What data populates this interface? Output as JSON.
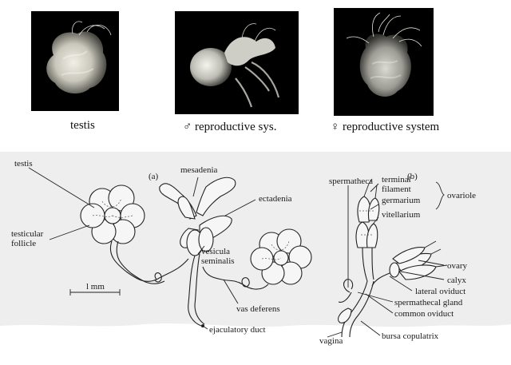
{
  "photos": [
    {
      "caption": "testis"
    },
    {
      "caption": "♂ reproductive sys."
    },
    {
      "caption": "♀ reproductive system"
    }
  ],
  "diagram": {
    "panel_a": "(a)",
    "panel_b": "(b)",
    "scale_label": "l mm",
    "labels": {
      "testis": "testis",
      "testicular_follicle_1": "testicular",
      "testicular_follicle_2": "follicle",
      "mesadenia": "mesadenia",
      "ectadenia": "ectadenia",
      "vesicula_1": "vesicula",
      "vesicula_2": "seminalis",
      "vas_deferens": "vas deferens",
      "ejaculatory_duct": "ejaculatory duct",
      "spermatheca": "spermatheca",
      "terminal": "terminal",
      "filament": "filament",
      "germarium": "germarium",
      "vitellarium": "vitellarium",
      "ovariole": "ovariole",
      "ovary": "ovary",
      "calyx": "calyx",
      "lateral_oviduct": "lateral oviduct",
      "spermathecal_gland": "spermathecal gland",
      "common_oviduct": "common oviduct",
      "vagina": "vagina",
      "bursa_copulatrix": "bursa copulatrix"
    }
  },
  "colors": {
    "photo_bg": "#000000",
    "diagram_bg": "#eeeeee",
    "ink": "#222222"
  }
}
